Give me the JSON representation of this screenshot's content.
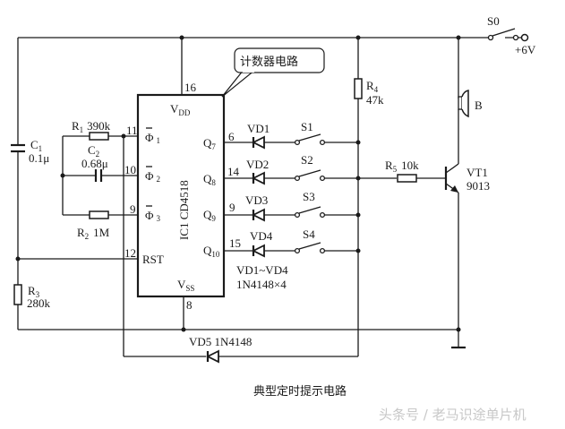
{
  "diagram": {
    "caption": "典型定时提示电路",
    "watermark": "头条号 / 老马识途单片机",
    "callout": "计数器电路",
    "ic": {
      "name": "IC1  CD4518",
      "vdd": "V",
      "vdd_sub": "DD",
      "vss": "V",
      "vss_sub": "SS",
      "pins": {
        "vdd": "16",
        "vss": "8",
        "phi1": "11",
        "phi2": "10",
        "phi3": "9",
        "rst": "12",
        "q7": "6",
        "q8": "14",
        "q9": "9",
        "q10": "15"
      },
      "labels": {
        "phi": "Φ",
        "phi1_sub": "1",
        "phi2_sub": "2",
        "phi3_sub": "3",
        "rst": "RST",
        "q": "Q",
        "q7_sub": "7",
        "q8_sub": "8",
        "q9_sub": "9",
        "q10_sub": "10"
      }
    },
    "components": {
      "R1": {
        "ref": "R",
        "sub": "1",
        "value": "390k"
      },
      "R2": {
        "ref": "R",
        "sub": "2",
        "value": "1M"
      },
      "R3": {
        "ref": "R",
        "sub": "3",
        "value": "280k"
      },
      "R4": {
        "ref": "R",
        "sub": "4",
        "value": "47k"
      },
      "R5": {
        "ref": "R",
        "sub": "5",
        "value": "10k"
      },
      "C1": {
        "ref": "C",
        "sub": "1",
        "value": "0.1μ"
      },
      "C2": {
        "ref": "C",
        "sub": "2",
        "value": "0.68μ"
      },
      "VD1": "VD1",
      "VD2": "VD2",
      "VD3": "VD3",
      "VD4": "VD4",
      "VD_note_1": "VD1~VD4",
      "VD_note_2": "1N4148×4",
      "VD5": "VD5 1N4148",
      "S0": "S0",
      "S1": "S1",
      "S2": "S2",
      "S3": "S3",
      "S4": "S4",
      "B": "B",
      "VT1": "VT1",
      "VT1_type": "9013",
      "supply": "+6V"
    }
  }
}
